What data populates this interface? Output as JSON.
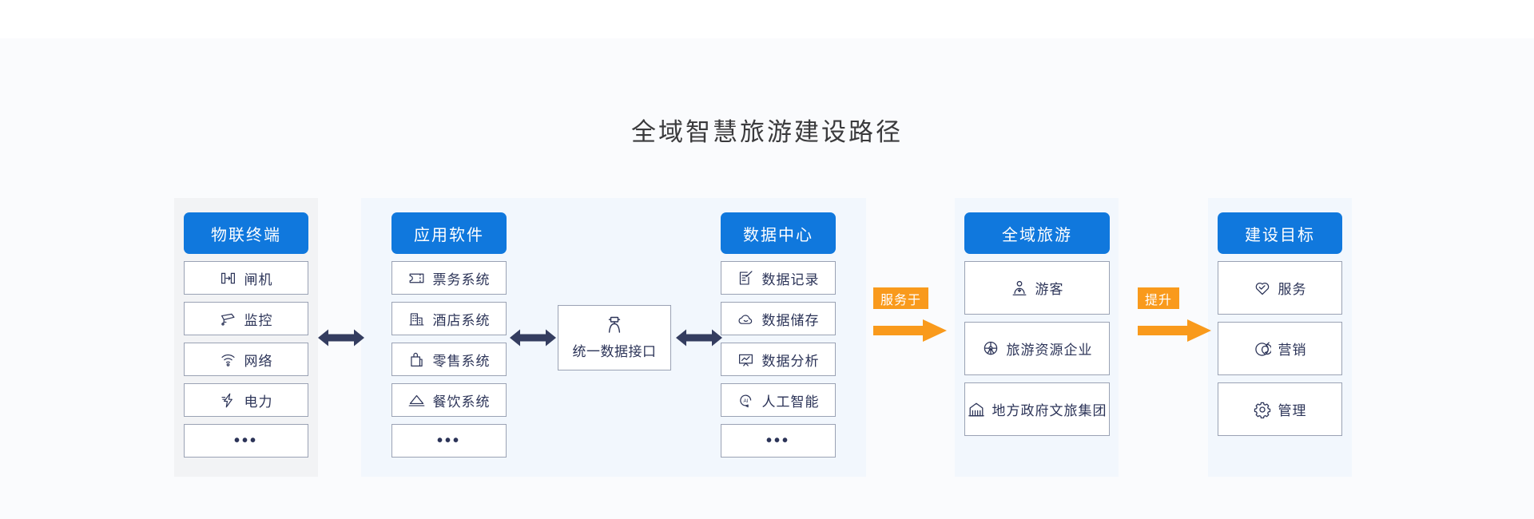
{
  "page": {
    "title": "全域智慧旅游建设路径",
    "accent_blue": "#1078dd",
    "accent_orange": "#f99a1c",
    "text_navy": "#2c3458",
    "panel_gray": "#f2f3f5",
    "panel_blue": "#f2f7fd",
    "stage_bg": "#fafbfd"
  },
  "columns": [
    {
      "id": "iot",
      "header": "物联终端",
      "items": [
        {
          "label": "闸机",
          "icon": "gate-icon"
        },
        {
          "label": "监控",
          "icon": "cctv-camera-icon"
        },
        {
          "label": "网络",
          "icon": "wifi-icon"
        },
        {
          "label": "电力",
          "icon": "lightning-bolt-icon"
        },
        {
          "label": "•••",
          "icon": "none"
        }
      ]
    },
    {
      "id": "software",
      "header": "应用软件",
      "items": [
        {
          "label": "票务系统",
          "icon": "ticket-icon"
        },
        {
          "label": "酒店系统",
          "icon": "hotel-building-icon"
        },
        {
          "label": "零售系统",
          "icon": "shopping-bag-icon"
        },
        {
          "label": "餐饮系统",
          "icon": "food-cloche-icon"
        },
        {
          "label": "•••",
          "icon": "none"
        }
      ]
    },
    {
      "id": "datacenter",
      "header": "数据中心",
      "items": [
        {
          "label": "数据记录",
          "icon": "clipboard-pencil-icon"
        },
        {
          "label": "数据储存",
          "icon": "cloud-icon"
        },
        {
          "label": "数据分析",
          "icon": "chart-analysis-icon"
        },
        {
          "label": "人工智能",
          "icon": "ai-head-icon"
        },
        {
          "label": "•••",
          "icon": "none"
        }
      ]
    },
    {
      "id": "region",
      "header": "全域旅游",
      "items": [
        {
          "label": "游客",
          "icon": "tourist-person-icon"
        },
        {
          "label": "旅游资源企业",
          "icon": "ferris-wheel-icon"
        },
        {
          "label": "地方政府文旅集团",
          "icon": "government-building-icon"
        }
      ]
    },
    {
      "id": "goals",
      "header": "建设目标",
      "items": [
        {
          "label": "服务",
          "icon": "heart-icon"
        },
        {
          "label": "营销",
          "icon": "target-bullseye-icon"
        },
        {
          "label": "管理",
          "icon": "gear-icon"
        }
      ]
    }
  ],
  "hub": {
    "label": "统一数据接口",
    "icon": "network-node-icon"
  },
  "connectors": {
    "bidirectional": [
      {
        "id": "iot-software",
        "icon": "double-arrow-icon"
      },
      {
        "id": "software-hub",
        "icon": "double-arrow-icon"
      },
      {
        "id": "hub-datacenter",
        "icon": "double-arrow-icon"
      }
    ],
    "directional": [
      {
        "id": "serves",
        "label": "服务于",
        "icon": "arrow-right-icon"
      },
      {
        "id": "enhances",
        "label": "提升",
        "icon": "arrow-right-icon"
      }
    ]
  }
}
